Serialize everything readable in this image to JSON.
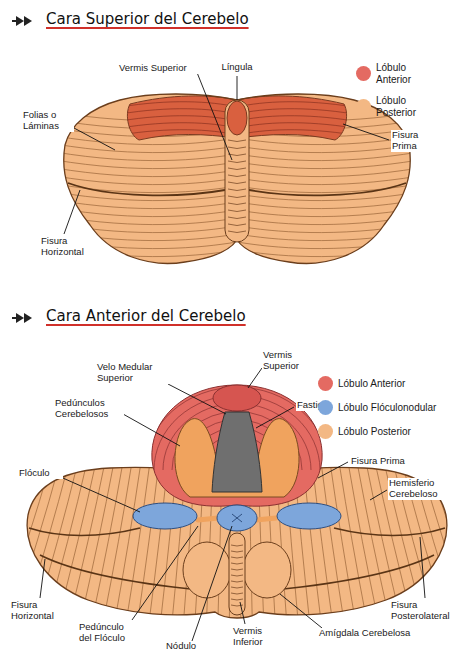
{
  "diagram": {
    "title": "Cara Superior del Cerebelo",
    "labels": [
      "Vermis Superior",
      "Língula",
      "Folias o Láminas",
      "Fisura Prima",
      "Fisura Horizontal",
      "Cara Anterior del Cerebelo",
      "Velo Medular Superior",
      "Vermis Superior",
      "Pedúnculos Cerebelosos",
      "Fastigio",
      "Flóculo",
      "Fisura Prima",
      "Hemisferio Cerebeloso",
      "Fisura Horizontal",
      "Fisura Posterolateral",
      "Pedúnculo del Flóculo",
      "Nódulo",
      "Vermis Inferior",
      "Amígdala Cerebelosa"
    ],
    "legend": [
      {
        "text": "Lóbulo Anterior",
        "color": "#e46a62"
      },
      {
        "text": "Lóbulo Posterior",
        "color": "#f3b884"
      },
      {
        "text": "Lóbulo Anterior",
        "color": "#e46a62"
      },
      {
        "text": "Lóbulo Flóculonodular",
        "color": "#7da6db"
      },
      {
        "text": "Lóbulo Posterior",
        "color": "#f3b884"
      }
    ]
  }
}
